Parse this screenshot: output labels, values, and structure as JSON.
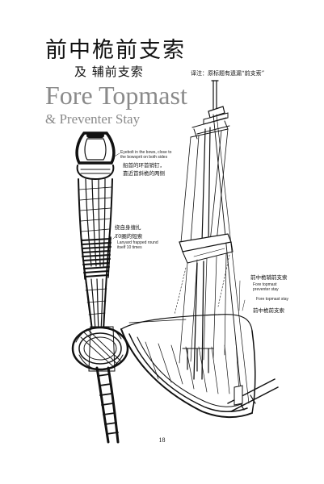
{
  "title_cn": "前中桅前支索",
  "subtitle_cn": "及 辅前支索",
  "note_cn": "译注：原标题有遗漏“前支索”",
  "title_en": "Fore Topmast",
  "subtitle_en": "& Preventer Stay",
  "labels": {
    "eyebolt_en": "Eyebolt in the bows, close to the bowsprit on both sides",
    "eyebolt_cn_1": "船首的环首销钉，",
    "eyebolt_cn_2": "靠近首斜桅的两侧",
    "lanyard_cn_1": "绕自身缠扎",
    "lanyard_cn_2": "10圈的短索",
    "lanyard_en": "Lanyard frapped round itself 10 times",
    "preventer_cn": "前中桅辅前支索",
    "preventer_en": "Fore topmast preventer stay",
    "stay_en": "Fore topmast stay",
    "stay_cn": "前中桅前支索"
  },
  "page_number": "18"
}
